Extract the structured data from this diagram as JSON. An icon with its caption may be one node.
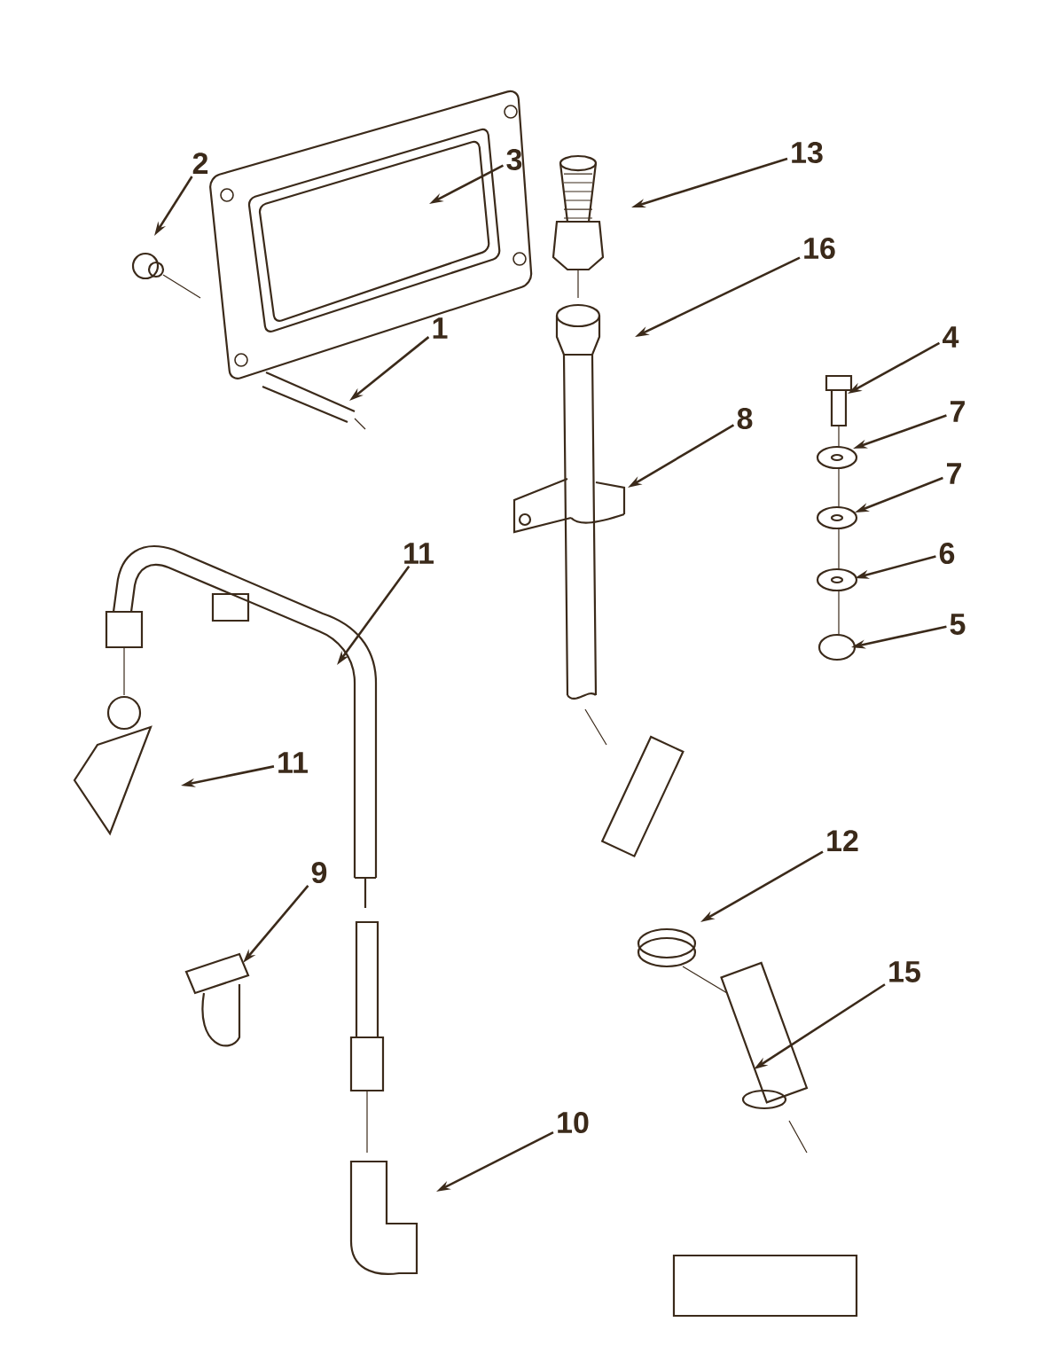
{
  "diagram": {
    "nodes": [
      {
        "text": [
          "2"
        ]
      },
      {
        "text": [
          "3"
        ]
      },
      {
        "text": [
          "1"
        ]
      },
      {
        "text": [
          "13"
        ]
      },
      {
        "text": [
          "16"
        ]
      },
      {
        "text": [
          "4"
        ]
      },
      {
        "text": [
          "7"
        ]
      },
      {
        "text": [
          "7"
        ]
      },
      {
        "text": [
          "8"
        ]
      },
      {
        "text": [
          "6"
        ]
      },
      {
        "text": [
          "5"
        ]
      },
      {
        "text": [
          "11"
        ]
      },
      {
        "text": [
          "11"
        ]
      },
      {
        "text": [
          "12"
        ]
      },
      {
        "text": [
          "9"
        ]
      },
      {
        "text": [
          "15"
        ]
      },
      {
        "text": [
          "10"
        ]
      }
    ],
    "edges": [
      {
        "from": 0,
        "to": null,
        "arrow": "to"
      },
      {
        "from": 1,
        "to": null,
        "arrow": "to"
      },
      {
        "from": 2,
        "to": null,
        "arrow": "to"
      },
      {
        "from": 3,
        "to": null,
        "arrow": "to"
      },
      {
        "from": 4,
        "to": null,
        "arrow": "to"
      },
      {
        "from": 5,
        "to": null,
        "arrow": "to"
      },
      {
        "from": 6,
        "to": null,
        "arrow": "to"
      },
      {
        "from": 7,
        "to": null,
        "arrow": "to"
      },
      {
        "from": 8,
        "to": null,
        "arrow": "to"
      },
      {
        "from": 9,
        "to": null,
        "arrow": "to"
      },
      {
        "from": 10,
        "to": null,
        "arrow": "to"
      },
      {
        "from": 11,
        "to": null,
        "arrow": "to"
      },
      {
        "from": 12,
        "to": null,
        "arrow": "to"
      },
      {
        "from": 13,
        "to": null,
        "arrow": "to"
      },
      {
        "from": 14,
        "to": null,
        "arrow": "to"
      },
      {
        "from": 15,
        "to": null,
        "arrow": "to"
      },
      {
        "from": 16,
        "to": null,
        "arrow": "to"
      }
    ]
  }
}
